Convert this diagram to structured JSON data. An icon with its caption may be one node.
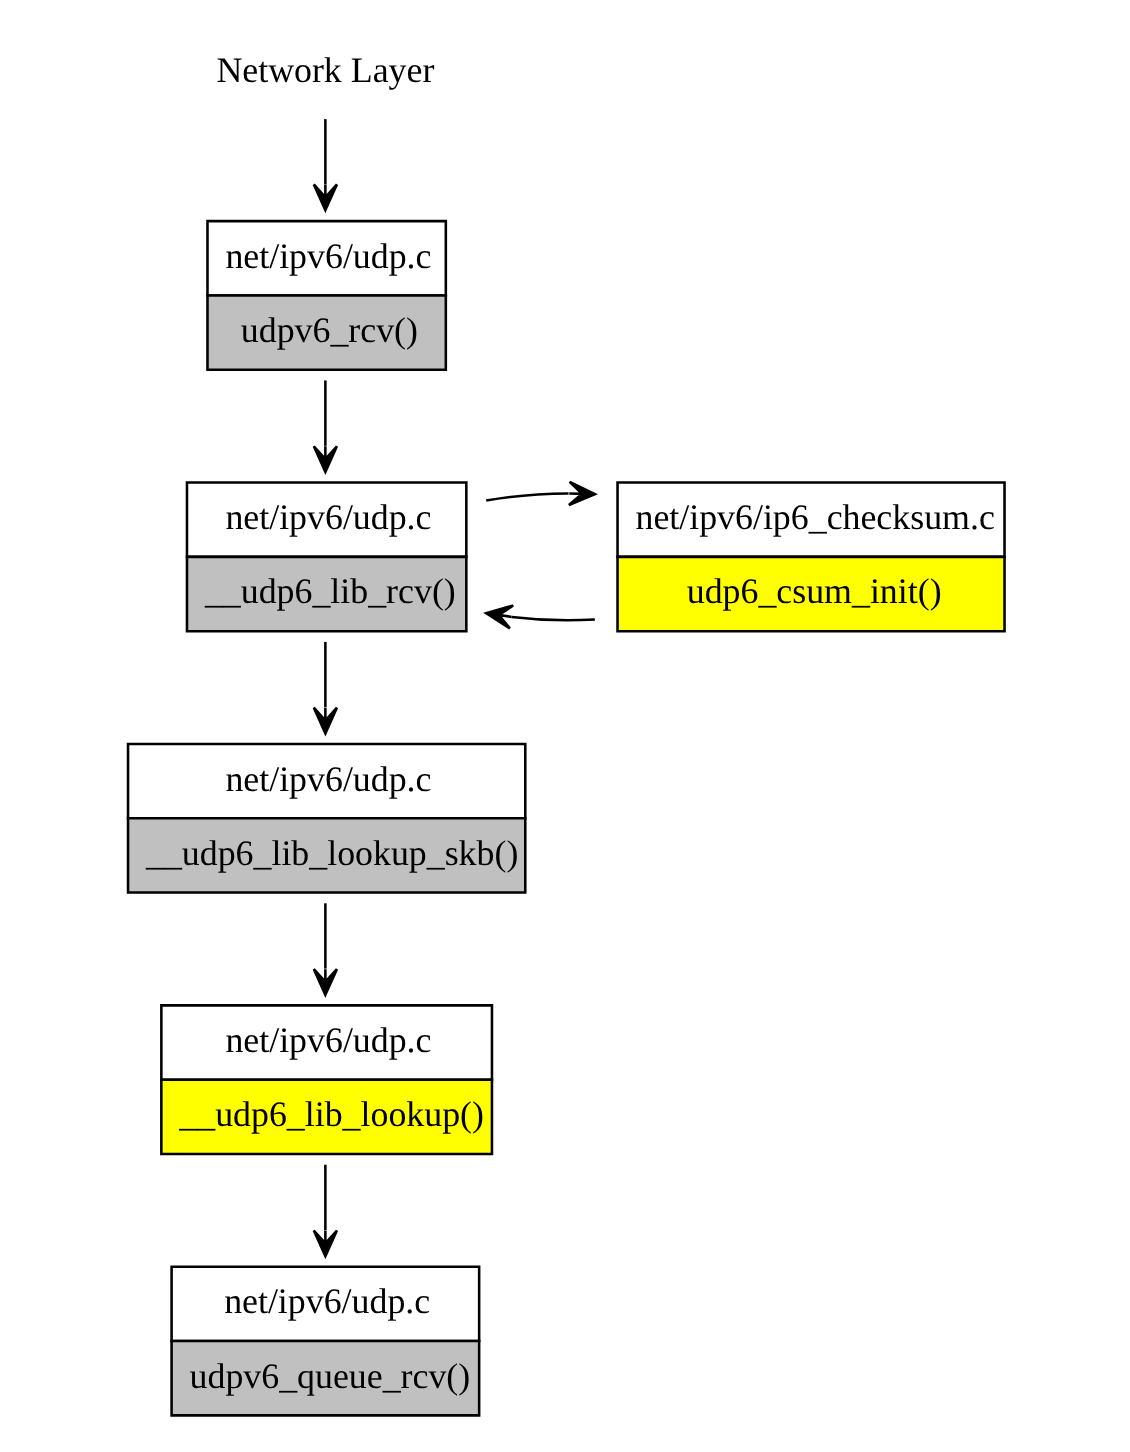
{
  "diagram": {
    "nodes": [
      {
        "text": [
          "Network Layer"
        ]
      },
      {
        "text": [
          "net/ipv6/udp.c",
          "udpv6_rcv()"
        ]
      },
      {
        "text": [
          "net/ipv6/ip6_checksum.c",
          "udp6_csum_init()"
        ]
      },
      {
        "text": [
          "net/ipv6/udp.c",
          "__udp6_lib_rcv()"
        ]
      },
      {
        "text": [
          "net/ipv6/udp.c",
          "__udp6_lib_lookup_skb()"
        ]
      },
      {
        "text": [
          "net/ipv6/udp.c",
          "__udp6_lib_lookup()"
        ]
      },
      {
        "text": [
          "net/ipv6/udp.c",
          "udpv6_queue_rcv()"
        ]
      }
    ],
    "edges": [
      {
        "from": 0,
        "to": 1,
        "arrow": "to"
      },
      {
        "from": 1,
        "to": 3,
        "arrow": "to"
      },
      {
        "from": 2,
        "to": 3,
        "arrow": "to"
      },
      {
        "from": 3,
        "to": 2,
        "arrow": "to"
      },
      {
        "from": 3,
        "to": 4,
        "arrow": "to"
      },
      {
        "from": 4,
        "to": 5,
        "arrow": "to"
      },
      {
        "from": 5,
        "to": 6,
        "arrow": "to"
      }
    ]
  }
}
